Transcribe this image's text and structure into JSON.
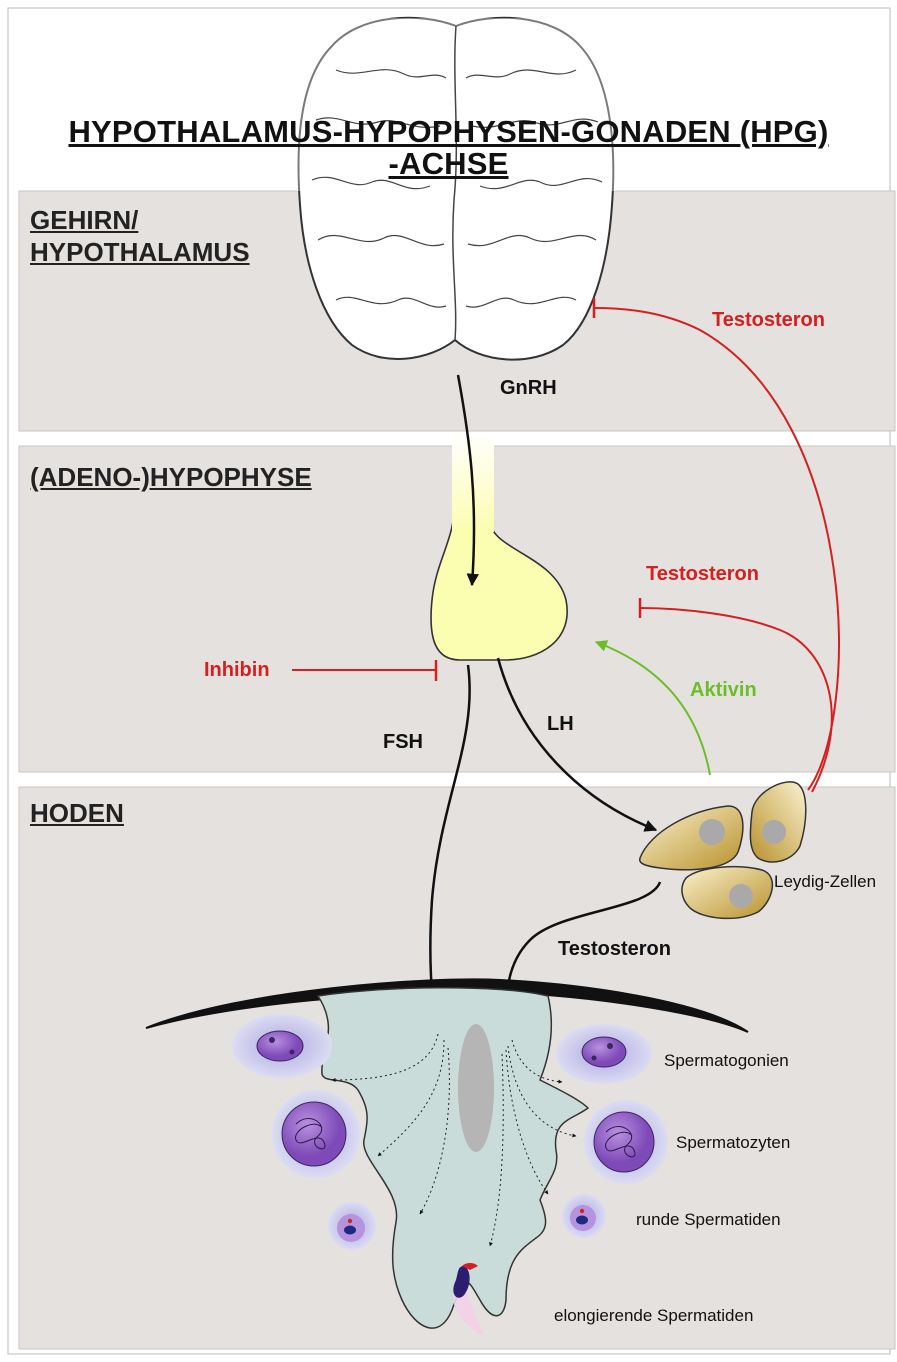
{
  "title": {
    "line1": "HYPOTHALAMUS-HYPOPHYSEN-GONADEN (HPG)",
    "line2": "-ACHSE"
  },
  "sections": {
    "brain_line1": "GEHIRN/",
    "brain_line2": "HYPOTHALAMUS",
    "pituitary": "(ADENO-)HYPOPHYSE",
    "testis": "HODEN"
  },
  "hormones": {
    "gnrh": "GnRH",
    "testosterone_to_brain": "Testosteron",
    "testosterone_to_pituitary": "Testosteron",
    "testosterone_local": "Testosteron",
    "inhibin": "Inhibin",
    "activin": "Aktivin",
    "fsh": "FSH",
    "lh": "LH"
  },
  "cells": {
    "leydig": "Leydig-Zellen",
    "spermatogonia": "Spermatogonien",
    "spermatocytes": "Spermatozyten",
    "round_spermatids": "runde Spermatiden",
    "elongating_spermatids": "elongierende Spermatiden"
  },
  "colors": {
    "section_bg": "#e5e1df",
    "inhibition_red": "#d42020",
    "activation_green": "#6dbd2a",
    "pituitary_yellow": "#fbfdb0",
    "leydig_gold": "#c9a542",
    "sertoli_teal": "#c9dcda",
    "germ_cell_purple": "#8b55c5"
  }
}
